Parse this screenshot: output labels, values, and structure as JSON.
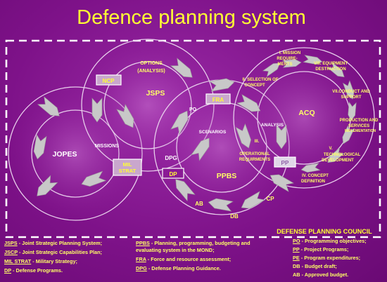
{
  "title": "Defence planning system",
  "council": "DEFENSE PLANNING COUNCIL",
  "circles": {
    "jopes": "JOPES",
    "jsps": "JSPS",
    "ppbs": "PPBS",
    "acq": "ACQ"
  },
  "labels": {
    "options1": "OPTIONS",
    "options2": "(ANALYSIS)",
    "missions": "MISSIONS",
    "dpg": "DPG",
    "po": "PO",
    "scenarios": "SCENARIOS",
    "analysis": "ANALYSIS",
    "ab": "AB",
    "db": "DB",
    "cp": "CP",
    "iii1": "III.",
    "iii2": "OPERATIONAL",
    "iii3": "REQUIRMENTS",
    "ii1": "II. SELECTION OF",
    "ii2": "CONCEPT",
    "i1": "I. MISSION",
    "i2": "REQUIRE-",
    "i3": "MENTS",
    "viii1": "VIII. EQUIPMENT",
    "viii2": "DESTRUCTION",
    "vii1": "VII.CONDUCT AND",
    "vii2": "SUPPORT",
    "vi1": "PRODUCTION AND",
    "vi2": "SERVICES",
    "vi3": "IMPLEMENTATION",
    "v1": "V.",
    "v2": "TECHNOLOGICAL",
    "v3": "DEVELOPMENT",
    "iv1": "IV. CONCEPT",
    "iv2": "DEFINITION"
  },
  "boxes": {
    "ncp": "NCP",
    "fra": "FRA",
    "milstrat1": "MIL",
    "milstrat2": "STRAT",
    "dp": "DP",
    "pp": "PP"
  },
  "legend": {
    "col1": [
      {
        "abbr": "JSPS",
        "text": " - Joint Strategic  Planning System;"
      },
      {
        "abbr": "JSCP",
        "text": " - Joint Strategic Capabilities Plan;"
      },
      {
        "abbr": "MIL STRAT",
        "text": " - Military Strategy;"
      },
      {
        "abbr": "DP",
        "text": " - Defense Programs."
      }
    ],
    "col2": [
      {
        "abbr": "PPBS",
        "text": " - Planning, programming, budgeting and"
      },
      {
        "abbr": "",
        "text": "evaluating system in the MOND;"
      },
      {
        "abbr": "FRA",
        "text": " - Force and resource assessment;"
      },
      {
        "abbr": "DPG",
        "text": " - Defense Planning Guidance."
      }
    ],
    "col3": [
      {
        "abbr": "PO",
        "text": " - Programming objectives;"
      },
      {
        "abbr": "PP",
        "text": " - Project Programs;"
      },
      {
        "abbr": "PE",
        "text": " - Program expenditures;"
      },
      {
        "abbr": "",
        "text": "DB  - Budget draft;"
      },
      {
        "abbr": "",
        "text": "AB - Approved budget."
      }
    ]
  }
}
